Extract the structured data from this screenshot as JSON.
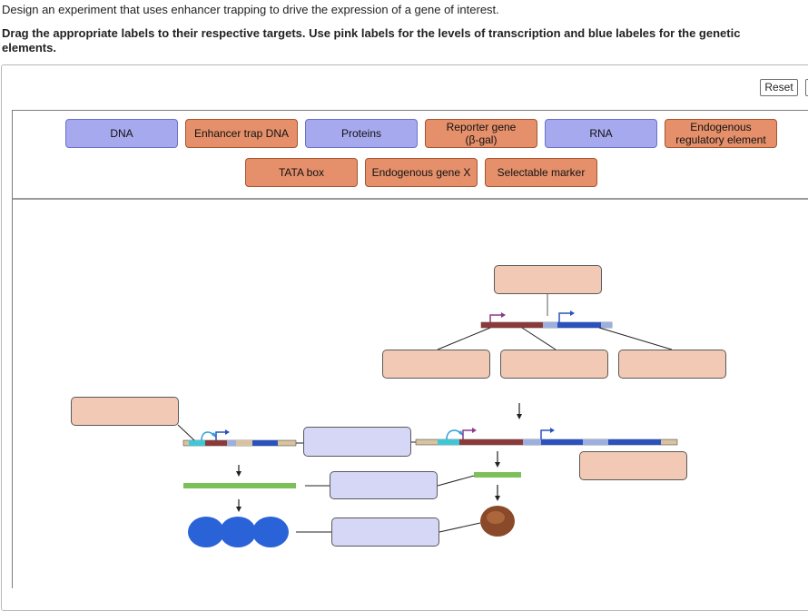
{
  "question": "Design an experiment that uses enhancer trapping to drive the expression of a gene of interest.",
  "instruction": "Drag the appropriate labels to their respective targets. Use pink labels for the levels of transcription and blue labeles for the genetic elements.",
  "reset_label": "Reset",
  "labels": {
    "dna": "DNA",
    "enhancer_trap_dna": "Enhancer trap DNA",
    "proteins": "Proteins",
    "reporter_gene": "Reporter gene\n(β-gal)",
    "rna": "RNA",
    "endogenous_regulatory_element": "Endogenous\nregulatory element",
    "tata_box": "TATA box",
    "endogenous_gene_x": "Endogenous gene X",
    "selectable_marker": "Selectable marker"
  },
  "colors": {
    "blue_label": "#a7a9ee",
    "orange_label": "#e5906b",
    "pink_target": "#f1c9b4",
    "blue_target": "#d6d6f7",
    "arrow_blue": "#2a52be",
    "arrow_purple": "#8b3a8b"
  }
}
